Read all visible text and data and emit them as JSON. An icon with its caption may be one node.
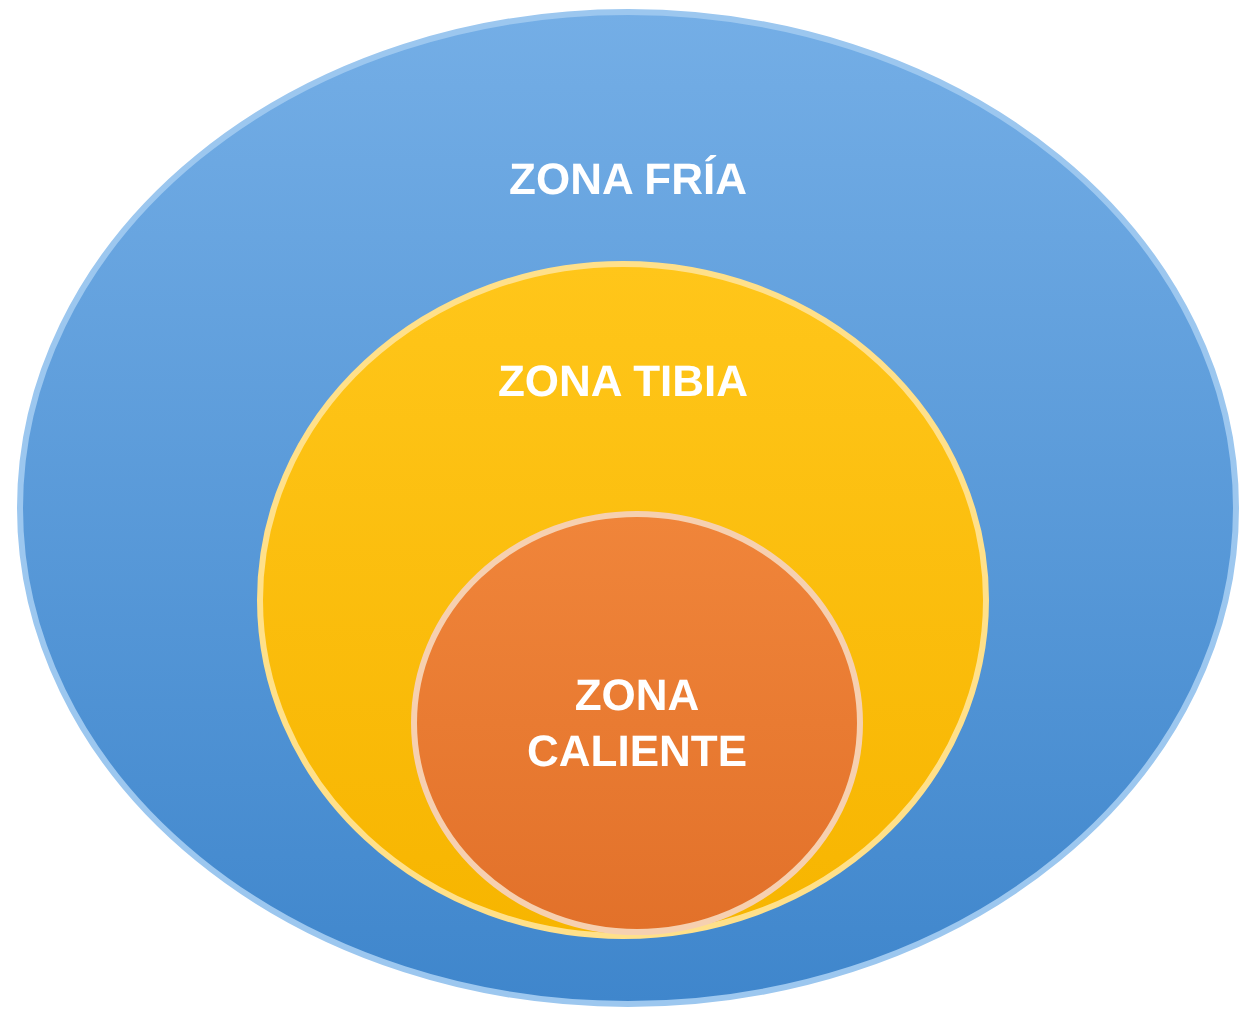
{
  "diagram": {
    "nodes": [
      {
        "text": [
          "ZONA FRÍA"
        ]
      },
      {
        "text": [
          "ZONA TIBIA"
        ],
        "in": 0
      },
      {
        "text": [
          "ZONA CALIENTE"
        ],
        "in": 1
      }
    ]
  }
}
